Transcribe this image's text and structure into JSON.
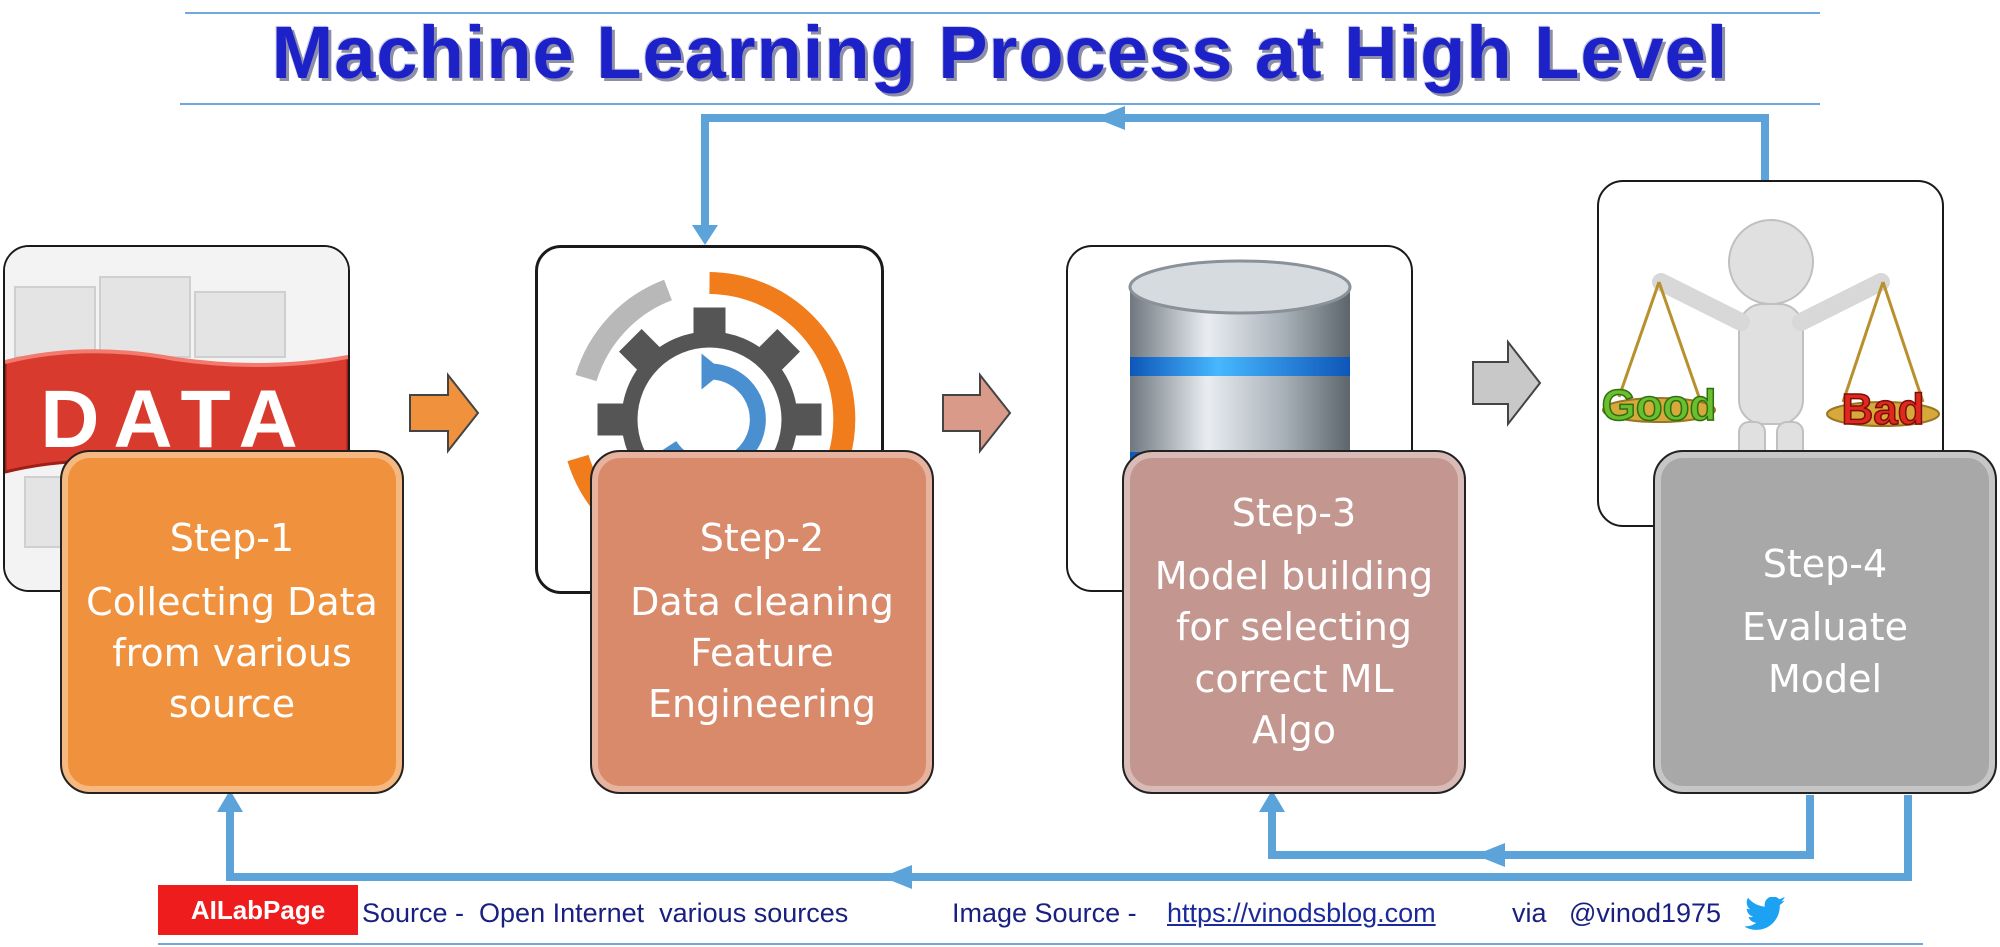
{
  "title": "Machine Learning Process at High Level",
  "steps": [
    {
      "title": "Step-1",
      "desc": "Collecting Data\nfrom various\nsource",
      "color": "#f0923d",
      "image": "data-puzzle-image",
      "image_text": "DATA"
    },
    {
      "title": "Step-2",
      "desc": "Data cleaning\nFeature\nEngineering",
      "color": "#d98a6b",
      "image": "gear-cycle-icon"
    },
    {
      "title": "Step-3",
      "desc": "Model building\nfor selecting\ncorrect ML\nAlgo",
      "color": "#c49690",
      "image": "database-icon"
    },
    {
      "title": "Step-4",
      "desc": "Evaluate\nModel",
      "color": "#a8a8a8",
      "image": "balance-scale-figure",
      "image_left_text": "Good",
      "image_right_text": "Bad"
    }
  ],
  "colors": {
    "flow_line": "#5ba3d9",
    "title": "#1d22c8",
    "brand": "#ee1c1c",
    "footer_text": "#1a2080"
  },
  "footer": {
    "brand": "AILabPage",
    "source": "Source -  Open Internet  various sources",
    "image_source_label": "Image Source -",
    "image_source_link": "https://vinodsblog.com",
    "via": "via   @vinod1975",
    "icon": "twitter-bird-icon"
  }
}
